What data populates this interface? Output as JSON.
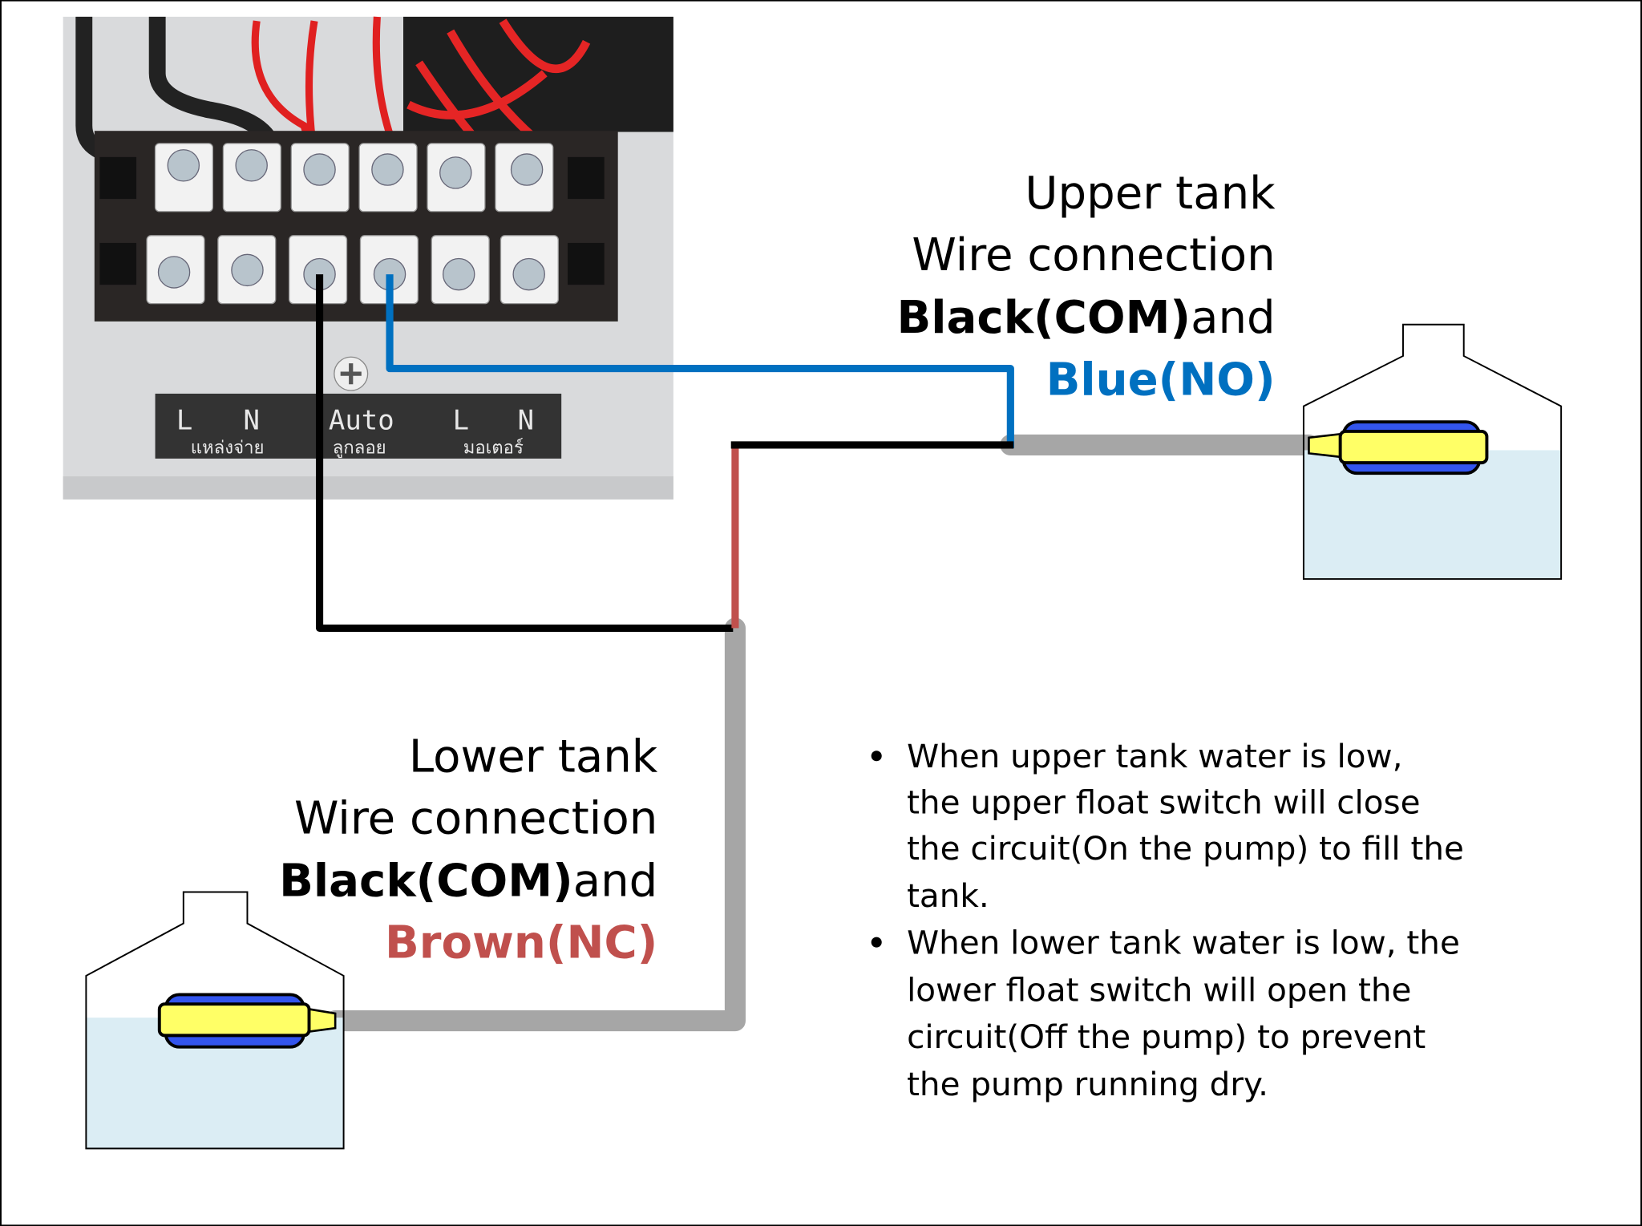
{
  "photo": {
    "label_strip": {
      "supply": {
        "l": "L",
        "n": "N",
        "caption": "แหล่งจ่าย"
      },
      "float": {
        "label": "Auto",
        "caption": "ลูกลอย"
      },
      "motor": {
        "l": "L",
        "n": "N",
        "caption": "มอเตอร์"
      }
    }
  },
  "upper": {
    "line1": "Upper tank",
    "line2": "Wire connection",
    "black": "Black(COM)",
    "and": "and",
    "color": "Blue(NO)"
  },
  "lower": {
    "line1": "Lower tank",
    "line2": "Wire connection",
    "black": "Black(COM)",
    "and": "and",
    "color": "Brown(NC)"
  },
  "notes": [
    {
      "lines": [
        "When upper tank water is low,",
        "the upper float switch will close",
        "the circuit(On the pump) to fill the",
        "tank."
      ]
    },
    {
      "lines": [
        "When lower tank water is low, the",
        "lower float switch will open the",
        "circuit(Off the pump) to prevent",
        "the pump running dry."
      ]
    }
  ],
  "colors": {
    "blue": "#0070c0",
    "brown": "#c0504d",
    "cable": "#a6a6a6",
    "water": "#dbedf4",
    "float_yellow": "#ffff66",
    "float_blue": "#3355ee"
  }
}
